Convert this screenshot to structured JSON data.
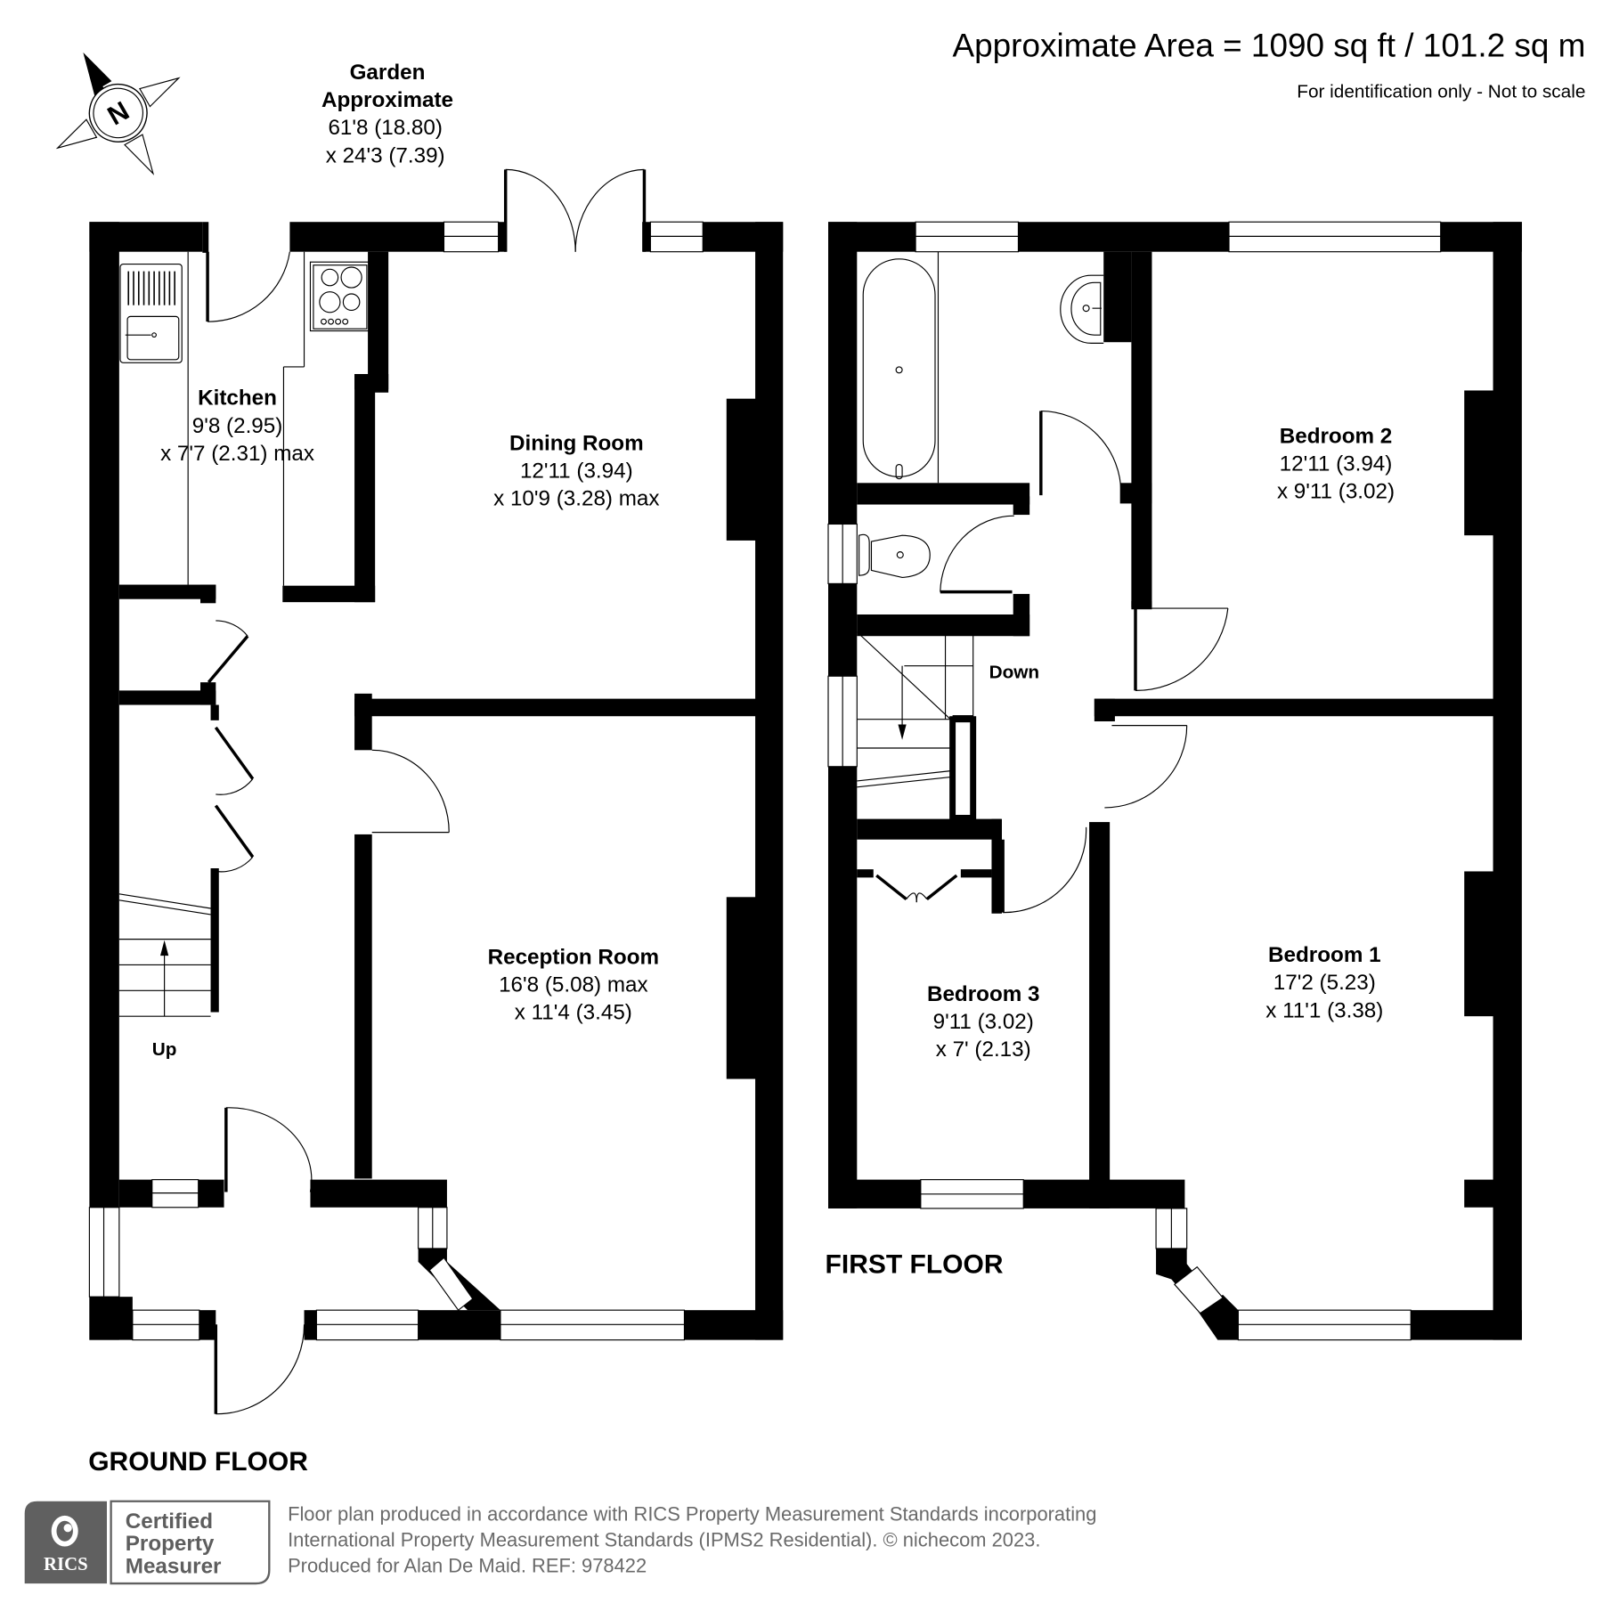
{
  "header": {
    "area": "Approximate Area = 1090 sq ft / 101.2 sq m",
    "note": "For identification only - Not to scale"
  },
  "compass": {
    "letter": "N"
  },
  "garden": {
    "name": "Garden",
    "qualifier": "Approximate",
    "dim1": "61'8 (18.80)",
    "dim2": "x 24'3 (7.39)"
  },
  "ground_floor": {
    "label": "GROUND FLOOR",
    "stairs_label": "Up",
    "rooms": [
      {
        "name": "Kitchen",
        "dim1": "9'8 (2.95)",
        "dim2": "x 7'7 (2.31) max"
      },
      {
        "name": "Dining Room",
        "dim1": "12'11 (3.94)",
        "dim2": "x 10'9 (3.28) max"
      },
      {
        "name": "Reception Room",
        "dim1": "16'8 (5.08) max",
        "dim2": "x 11'4 (3.45)"
      }
    ]
  },
  "first_floor": {
    "label": "FIRST FLOOR",
    "stairs_label": "Down",
    "rooms": [
      {
        "name": "Bedroom 2",
        "dim1": "12'11 (3.94)",
        "dim2": "x 9'11 (3.02)"
      },
      {
        "name": "Bedroom 3",
        "dim1": "9'11 (3.02)",
        "dim2": "x 7' (2.13)"
      },
      {
        "name": "Bedroom 1",
        "dim1": "17'2 (5.23)",
        "dim2": "x 11'1 (3.38)"
      }
    ]
  },
  "footer": {
    "badge": {
      "org": "RICS",
      "line1": "Certified",
      "line2": "Property",
      "line3": "Measurer"
    },
    "line1": "Floor plan produced in accordance with RICS Property Measurement Standards incorporating",
    "line2": "International Property Measurement Standards (IPMS2 Residential).   © nichecom 2023.",
    "line3": "Produced for Alan De Maid.   REF: 978422"
  }
}
